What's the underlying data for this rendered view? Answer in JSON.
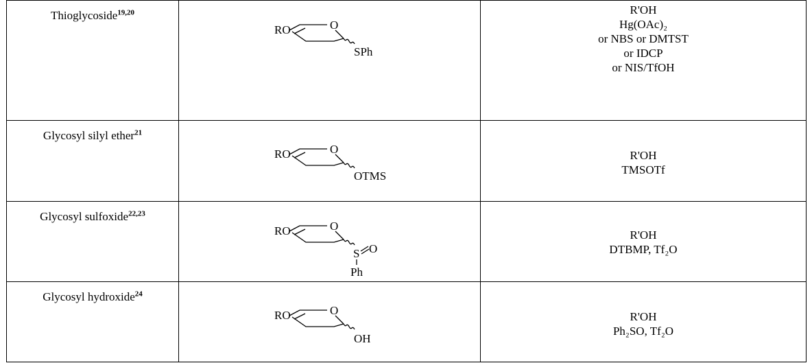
{
  "rows": [
    {
      "name": "Thioglycoside",
      "refs": "19,20",
      "struct": {
        "ro": "RO",
        "ring_o": "O",
        "leaving": "SPh"
      },
      "conditions": [
        "R'OH",
        "Hg(OAc)₂",
        "or NBS or DMTST",
        "or IDCP",
        "or NIS/TfOH"
      ]
    },
    {
      "name": "Glycosyl silyl ether",
      "refs": "21",
      "struct": {
        "ro": "RO",
        "ring_o": "O",
        "leaving": "OTMS"
      },
      "conditions": [
        "R'OH",
        "TMSOTf"
      ]
    },
    {
      "name": "Glycosyl sulfoxide",
      "refs": "22,23",
      "struct": {
        "ro": "RO",
        "ring_o": "O",
        "leaving_s": "S",
        "leaving_eq_o": "O",
        "leaving_ph": "Ph"
      },
      "conditions": [
        "R'OH",
        "DTBMP, Tf₂O"
      ]
    },
    {
      "name": "Glycosyl hydroxide",
      "refs": "24",
      "struct": {
        "ro": "RO",
        "ring_o": "O",
        "leaving": "OH"
      },
      "conditions": [
        "R'OH",
        "Ph₂SO, Tf₂O"
      ]
    }
  ]
}
